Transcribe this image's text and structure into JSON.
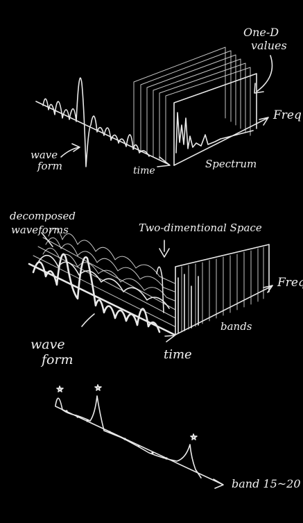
{
  "labels": {
    "one_d_line1": "One-D",
    "one_d_line2": "values",
    "freq_top": "Freq",
    "wave_form_top_1": "wave",
    "wave_form_top_2": "form",
    "time_top": "time",
    "spectrum": "Spectrum",
    "decomposed_1": "decomposed",
    "decomposed_2": "waveforms",
    "two_d_space": "Two-dimentional Space",
    "freq_mid": "Freq",
    "bands": "bands",
    "wave_form_mid_1": "wave",
    "wave_form_mid_2": "form",
    "time_mid": "time",
    "band_range": "band 15~20"
  },
  "colors": {
    "background": "#000000",
    "chalk": "#e9e9e9"
  }
}
